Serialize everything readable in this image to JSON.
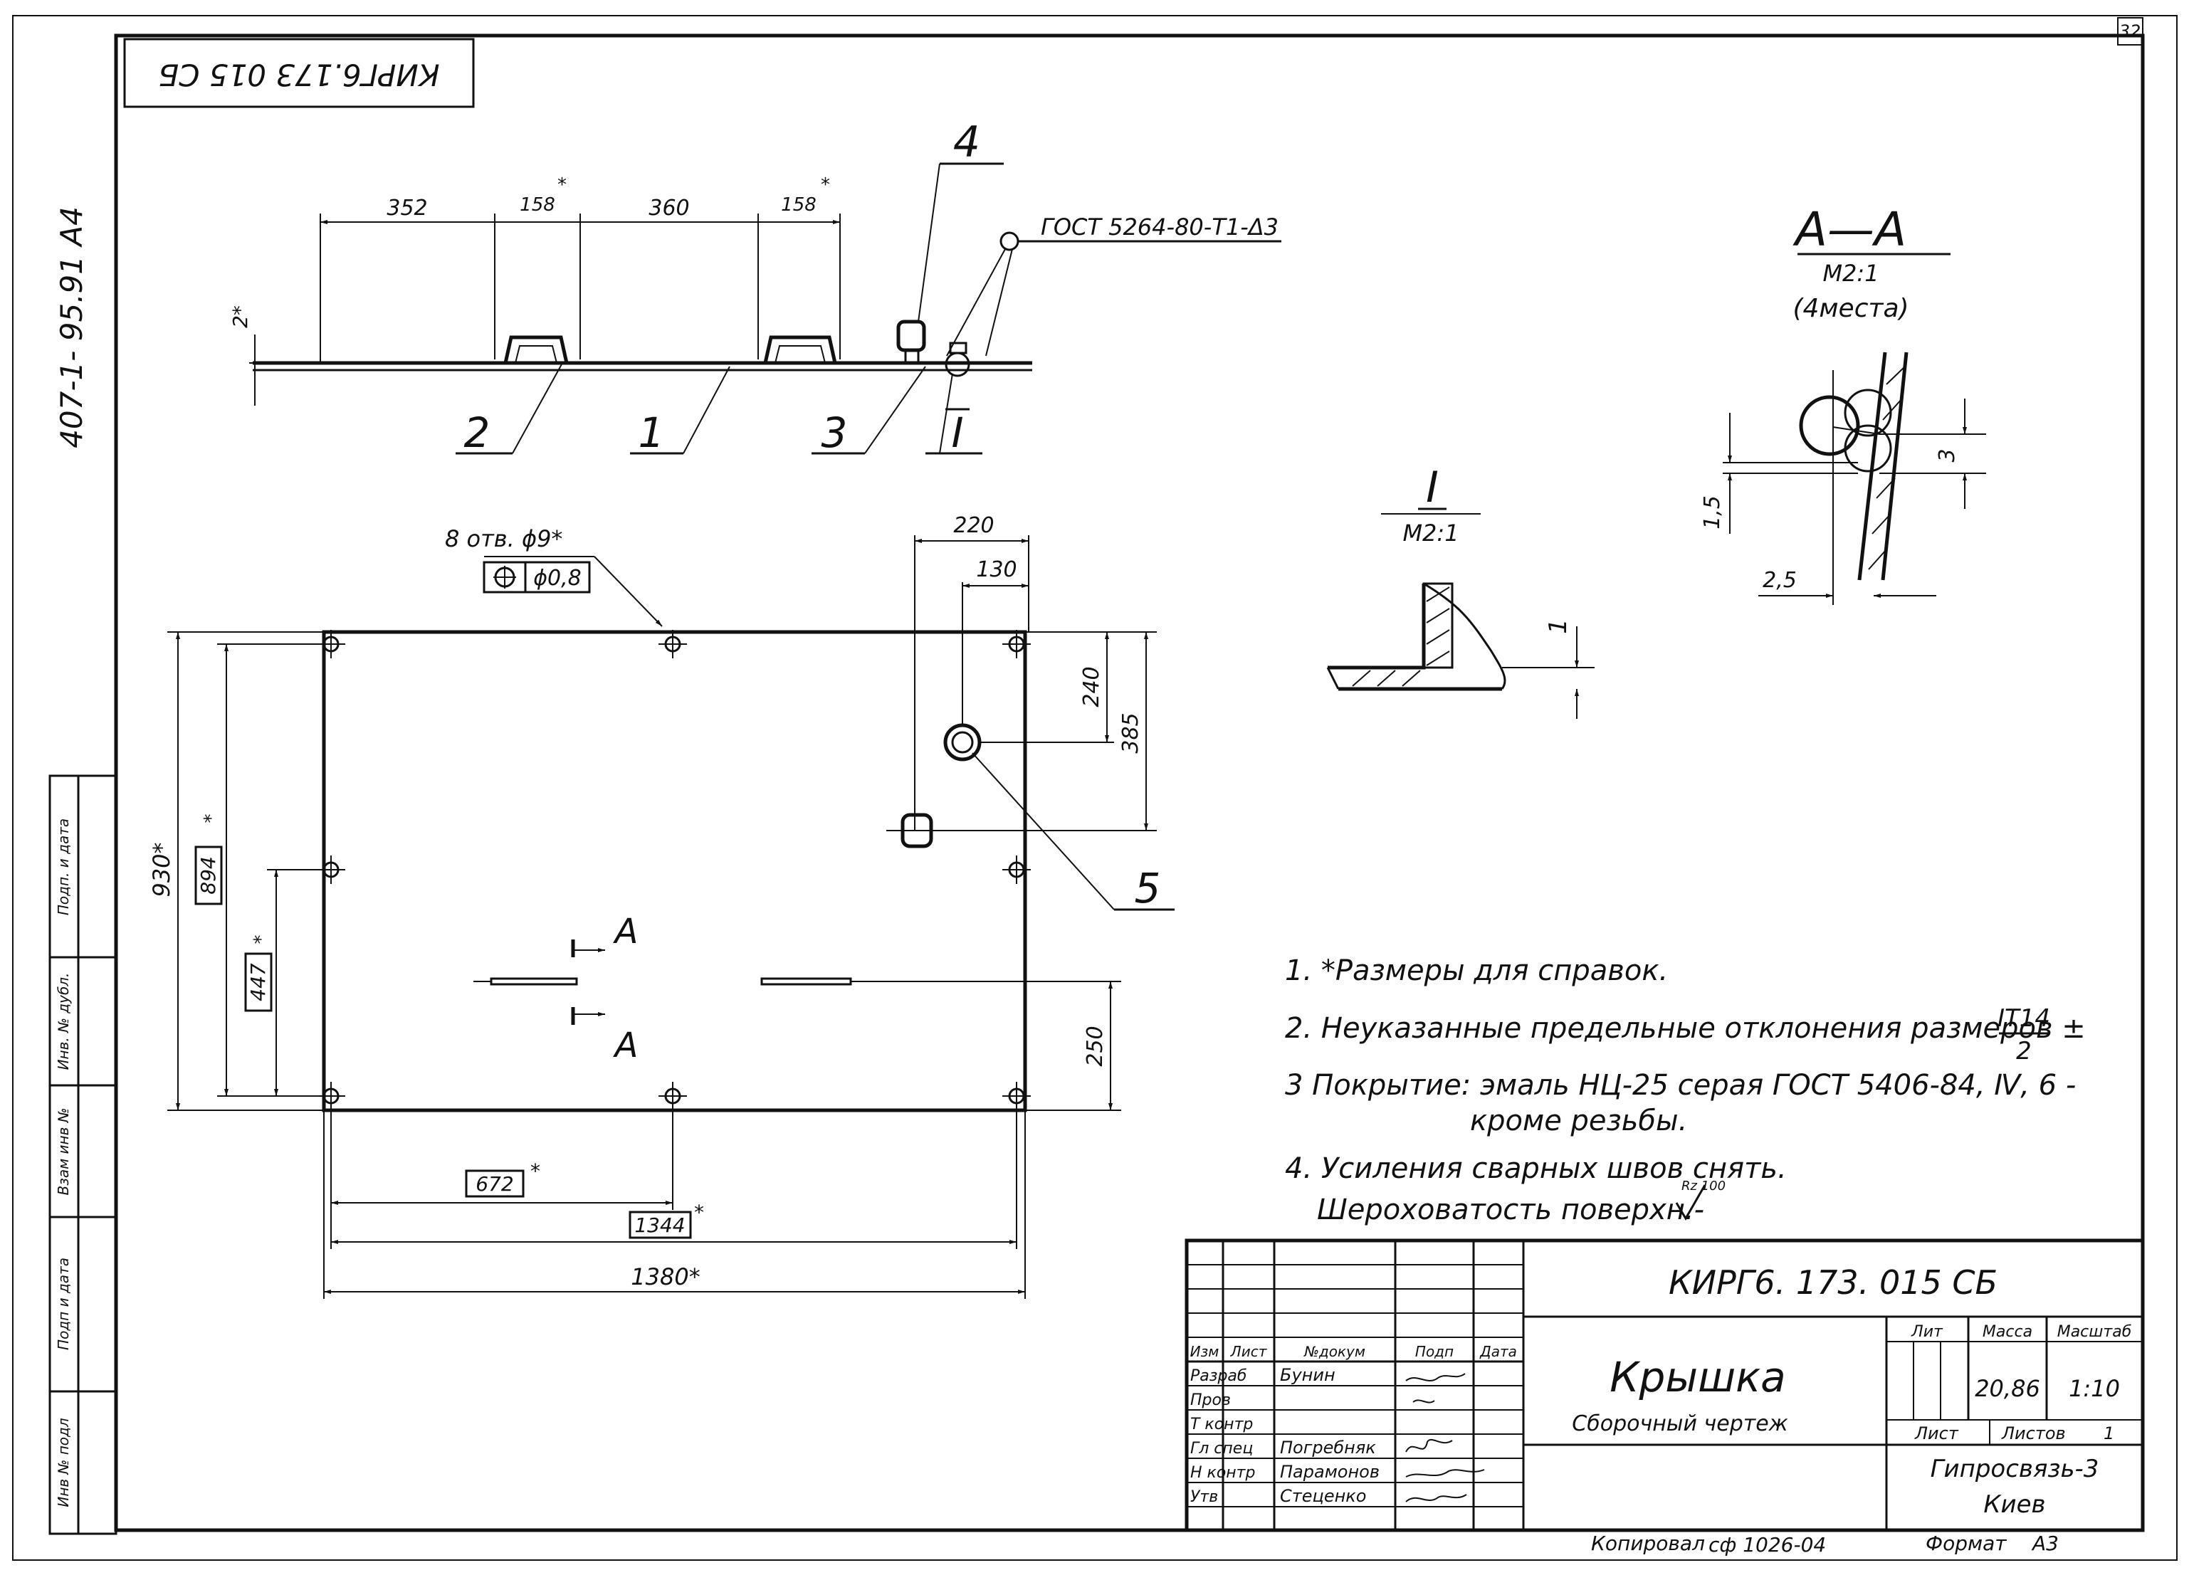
{
  "sheet": {
    "page_number": "32",
    "code_rotated": "КИРГ6.173 015 СБ",
    "side_note": "407-1- 95.91 А4",
    "format_label": "Формат",
    "format_value": "А3",
    "copied_label": "Копировал",
    "copied_value": "сф 1026-04"
  },
  "side_table": {
    "labels": [
      "Подп. и дата",
      "Инв. № дубл.",
      "Взам инв №",
      "Подп и дата",
      "Инв № подл"
    ]
  },
  "top_view": {
    "dims": [
      "352",
      "158",
      "360",
      "158"
    ],
    "star": "*",
    "height_dim": "2*",
    "gost_note": "ГОСТ 5264-80-Т1-Δ3",
    "callouts": [
      "1",
      "2",
      "3",
      "4",
      "I"
    ]
  },
  "plan_view": {
    "holes_note": "8 отв. ϕ9*",
    "tol_value": "ϕ0,8",
    "dims": {
      "d220": "220",
      "d130": "130",
      "d240": "240",
      "d385": "385",
      "d250": "250",
      "d930": "930*",
      "d894": "894",
      "d447": "447",
      "d672": "672",
      "d1344": "1344",
      "d1380": "1380*"
    },
    "star": "*",
    "section_label": "А",
    "callout_5": "5"
  },
  "detail_I": {
    "title": "I",
    "scale": "М2:1",
    "dim": "1"
  },
  "section_AA": {
    "title": "А—А",
    "scale": "М2:1",
    "places": "(4места)",
    "dims": [
      "3",
      "1,5",
      "2,5"
    ]
  },
  "notes": [
    "1. *Размеры для справок.",
    "2. Неуказанные предельные отклонения размеров ±",
    "3 Покрытие: эмаль НЦ-25 серая ГОСТ 5406-84, Ⅳ, 6 -",
    "кроме резьбы.",
    "4. Усиления сварных швов снять.",
    "Шероховатость поверхн.-"
  ],
  "note_frac": {
    "num": "IT14",
    "den": "2"
  },
  "roughness": "Rz 100",
  "title_block": {
    "doc_code": "КИРГ6. 173. 015 СБ",
    "name": "Крышка",
    "doc_type": "Сборочный чертеж",
    "head": [
      "Изм",
      "Лист",
      "№докум",
      "Подп",
      "Дата"
    ],
    "roles": [
      "Разраб",
      "Пров",
      "Т контр",
      "Гл спец",
      "Н контр",
      "Утв"
    ],
    "people": [
      "Бунин",
      "",
      "",
      "Погребняк",
      "Парамонов",
      "Стеценко"
    ],
    "lit_label": "Лит",
    "mass_label": "Масса",
    "scale_label": "Масштаб",
    "mass": "20,86",
    "scale": "1:10",
    "sheet_label": "Лист",
    "sheets_label": "Листов",
    "sheets": "1",
    "org": "Гипросвязь-3",
    "city": "Киев"
  }
}
